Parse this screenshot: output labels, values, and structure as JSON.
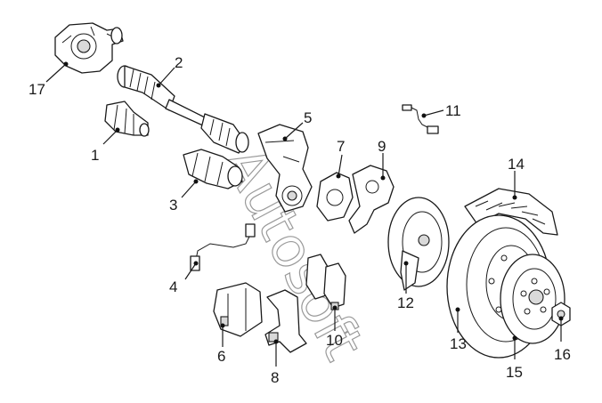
{
  "watermark": "Autosoft",
  "callouts": [
    {
      "id": "callout-1",
      "label": "1"
    },
    {
      "id": "callout-2",
      "label": "2"
    },
    {
      "id": "callout-3",
      "label": "3"
    },
    {
      "id": "callout-4",
      "label": "4"
    },
    {
      "id": "callout-5",
      "label": "5"
    },
    {
      "id": "callout-6",
      "label": "6"
    },
    {
      "id": "callout-7",
      "label": "7"
    },
    {
      "id": "callout-8",
      "label": "8"
    },
    {
      "id": "callout-9",
      "label": "9"
    },
    {
      "id": "callout-10",
      "label": "10"
    },
    {
      "id": "callout-11",
      "label": "11"
    },
    {
      "id": "callout-12",
      "label": "12"
    },
    {
      "id": "callout-13",
      "label": "13"
    },
    {
      "id": "callout-14",
      "label": "14"
    },
    {
      "id": "callout-15",
      "label": "15"
    },
    {
      "id": "callout-16",
      "label": "16"
    },
    {
      "id": "callout-17",
      "label": "17"
    }
  ]
}
